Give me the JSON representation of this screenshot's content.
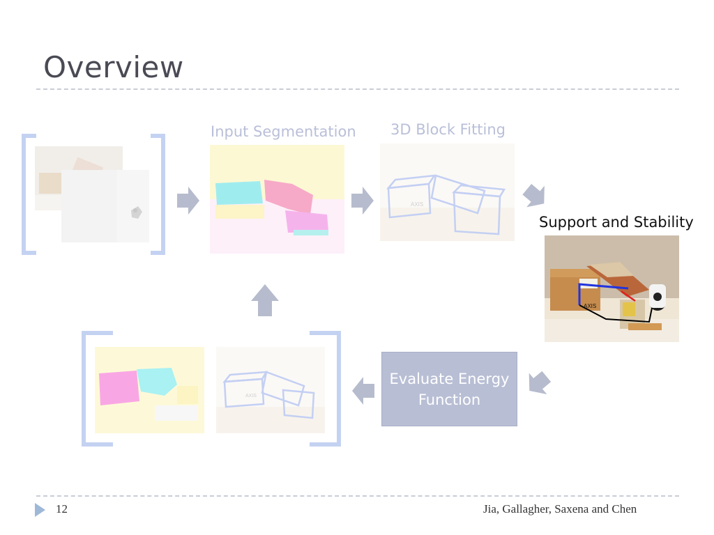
{
  "slide": {
    "title": "Overview",
    "page_number": "12",
    "authors": "Jia, Gallagher, Saxena and Chen"
  },
  "stages": {
    "input_segmentation": "Input Segmentation",
    "block_fitting": "3D Block Fitting",
    "support_stability": "Support and Stability",
    "evaluate_energy": "Evaluate Energy Function"
  },
  "colors": {
    "arrow_fill": "#b6bccd",
    "bracket": "#c4d2f2",
    "energy_box": "#b8bed4",
    "faded_label": "#b9bfd8",
    "segment_pink": "#f58bd6",
    "segment_cyan": "#6ee3ee",
    "segment_yellow": "#fbf3a8",
    "block_blue": "#2d55d6"
  },
  "icons": {
    "bullet": "triangle-right-icon",
    "flow_arrow": "block-arrow-icon"
  }
}
